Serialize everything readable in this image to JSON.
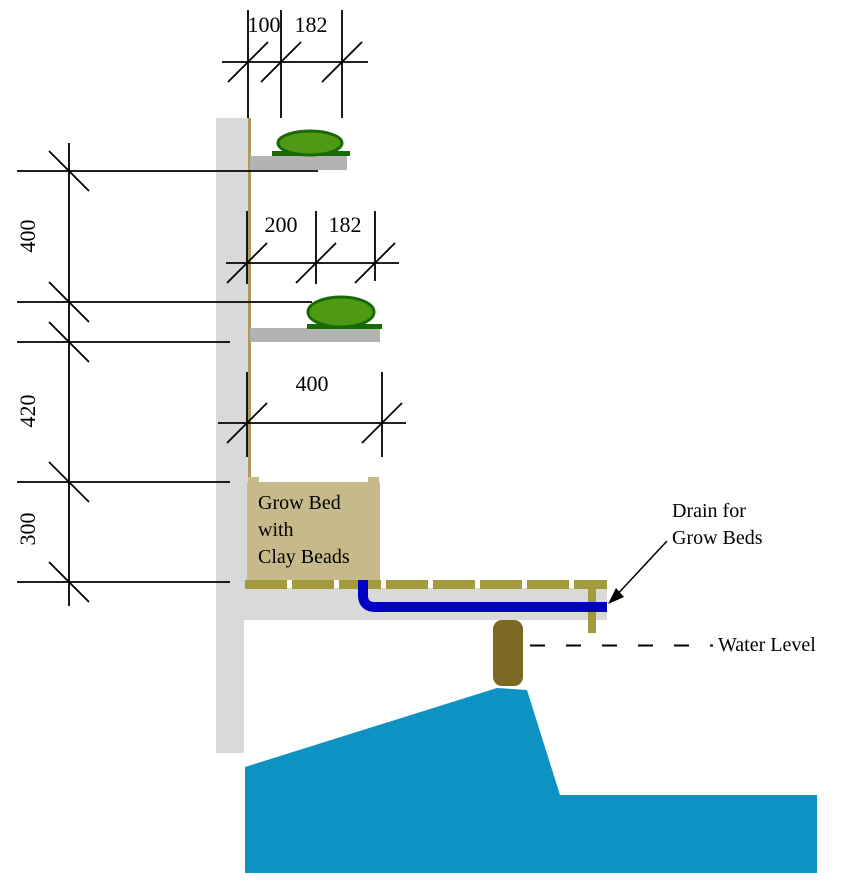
{
  "labels": {
    "grow_bed": [
      "Grow Bed",
      "with",
      "Clay Beads"
    ],
    "drain": [
      "Drain for",
      "Grow Beds"
    ],
    "water_level": "Water Level"
  },
  "dimensions": {
    "top": [
      "100",
      "182"
    ],
    "middle": [
      "200",
      "182"
    ],
    "bed_width": "400",
    "left": [
      "400",
      "420",
      "300"
    ]
  },
  "colors": {
    "wall_gray": "#D9D9D9",
    "shelf_gray": "#B3B3B3",
    "bed_tan": "#C6B98A",
    "support_khaki": "#A39A3B",
    "trim_tan": "#AE9A58",
    "standpipe_olive": "#7C6A24",
    "pipe_blue": "#0000C4",
    "water_blue": "#0E92C4",
    "plant_green": "#4E9A14",
    "plant_dark_green": "#186A04",
    "line_black": "#000000"
  }
}
